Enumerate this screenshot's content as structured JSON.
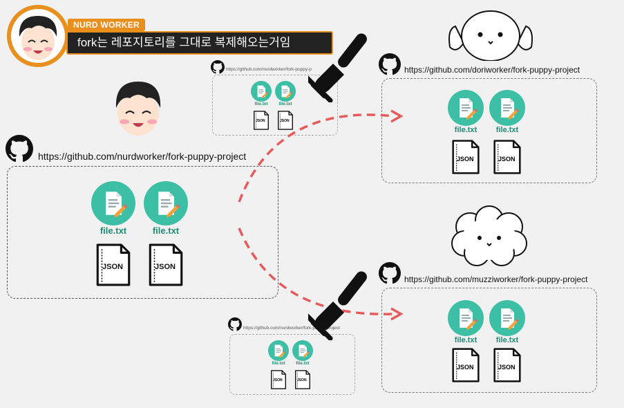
{
  "header": {
    "tag": "NURD WORKER",
    "title": "fork는 레포지토리를 그대로 복제해오는거임"
  },
  "repos": {
    "origin": {
      "url": "https://github.com/nurdworker/fork-puppy-project",
      "files": [
        {
          "label": "file.txt"
        },
        {
          "label": "file.txt"
        }
      ],
      "json": [
        "JSON",
        "JSON"
      ]
    },
    "dori": {
      "url": "https://github.com/doriworker/fork-puppy-project",
      "files": [
        {
          "label": "file.txt"
        },
        {
          "label": "file.txt"
        }
      ],
      "json": [
        "JSON",
        "JSON"
      ]
    },
    "muzzi": {
      "url": "https://github.com/muzziworker/fork-puppy-project",
      "files": [
        {
          "label": "file.txt"
        },
        {
          "label": "file.txt"
        }
      ],
      "json": [
        "JSON",
        "JSON"
      ]
    },
    "copy_top": {
      "url": "https://github.com/nurdworker/fork-puppy-p",
      "files": [
        {
          "label": "file.txt"
        },
        {
          "label": "file.txt"
        }
      ],
      "json": [
        "JSON",
        "JSON"
      ]
    },
    "copy_bottom": {
      "url": "https://github.com/nurdworker/fork-puppy-project",
      "files": [
        {
          "label": "file.txt"
        },
        {
          "label": "file.txt"
        }
      ],
      "json": [
        "JSON",
        "JSON"
      ]
    }
  },
  "colors": {
    "accent": "#e88f1e",
    "file": "#3dbfa6",
    "arrow": "#e85a5a"
  }
}
